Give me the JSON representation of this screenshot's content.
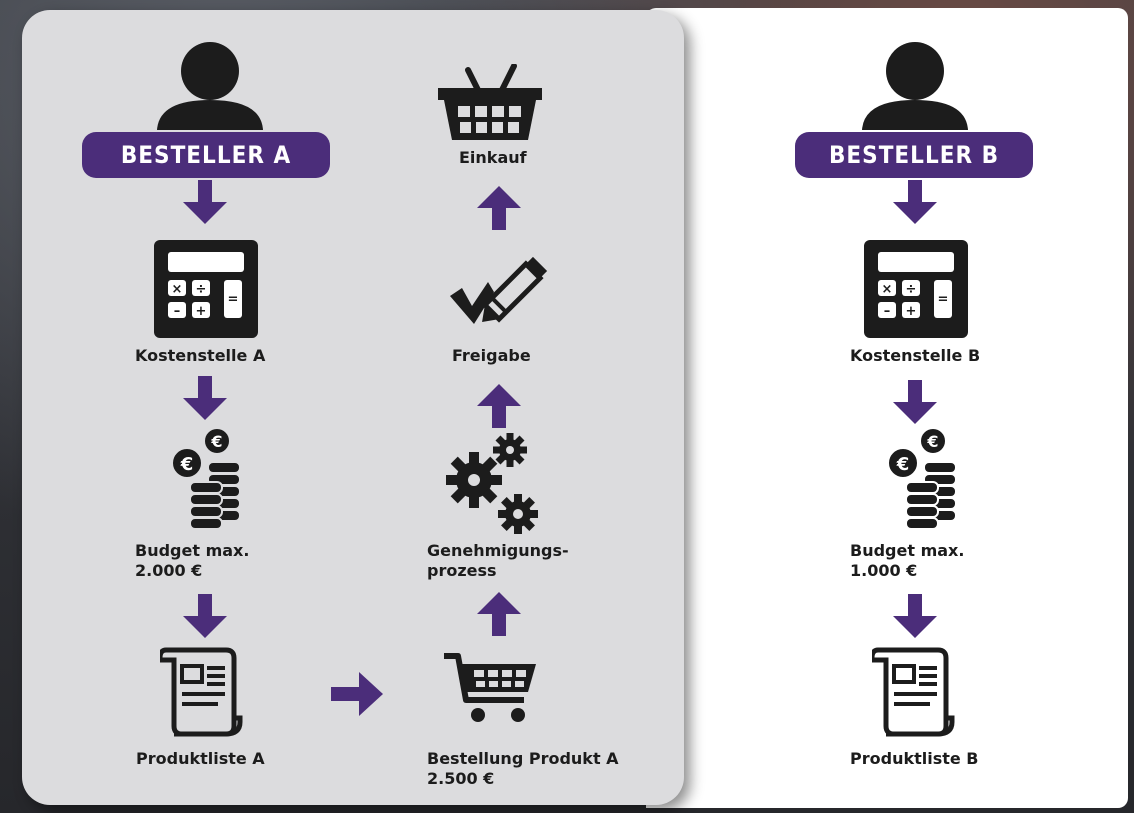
{
  "colors": {
    "accent": "#4b2d7a",
    "icon": "#1c1c1c",
    "panel_left": "#dcdcde",
    "panel_right": "#ffffff"
  },
  "left": {
    "badge": "BESTELLER A",
    "cost_center": "Kostenstelle A",
    "budget_line1": "Budget max.",
    "budget_line2": "2.000 €",
    "product_list": "Produktliste A",
    "order_line1": "Bestellung Produkt A",
    "order_line2": "2.500 €",
    "approval_line1": "Genehmigungs-",
    "approval_line2": "prozess",
    "release": "Freigabe",
    "purchase": "Einkauf"
  },
  "right": {
    "badge": "BESTELLER B",
    "cost_center": "Kostenstelle B",
    "budget_line1": "Budget max.",
    "budget_line2": "1.000 €",
    "product_list": "Produktliste B"
  },
  "icons": [
    "person-icon",
    "calculator-icon",
    "euro-coins-icon",
    "document-icon",
    "shopping-cart-icon",
    "gears-icon",
    "checkmark-pencil-icon",
    "basket-icon",
    "arrow-down-icon",
    "arrow-up-icon",
    "arrow-right-icon"
  ]
}
